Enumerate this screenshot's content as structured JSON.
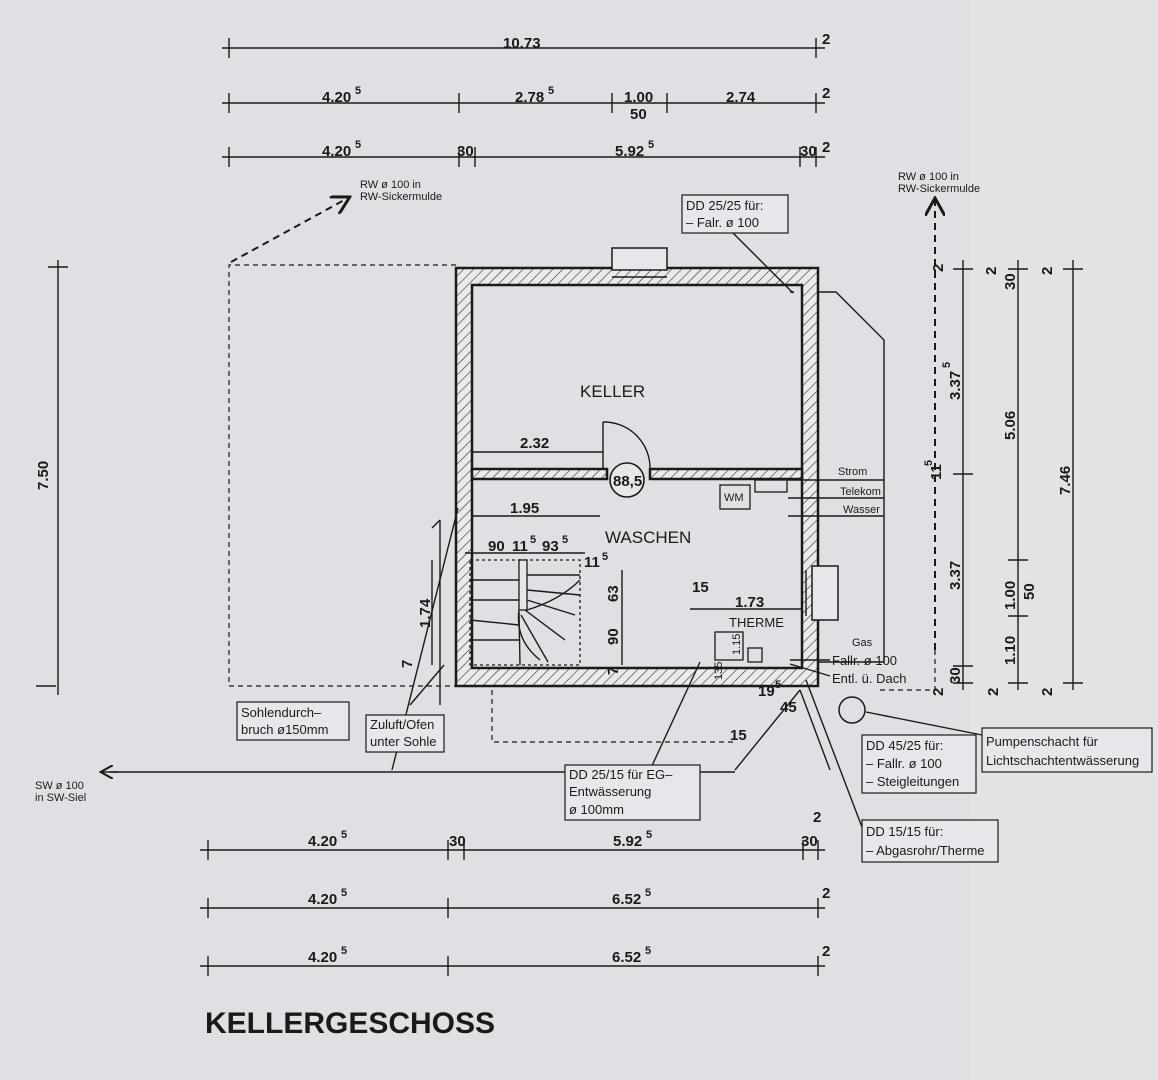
{
  "title": "KELLERGESCHOSS",
  "rooms": {
    "keller": "KELLER",
    "waschen": "WASCHEN",
    "therme": "THERME",
    "wm": "WM"
  },
  "top_dims": {
    "row1_total": "10.73",
    "row1_end": "2",
    "row2_a": "4.20",
    "row2_a_sup": "5",
    "row2_b": "2.78",
    "row2_b_sup": "5",
    "row2_c": "1.00",
    "row2_c_sub": "50",
    "row2_d": "2.74",
    "row2_end": "2",
    "row3_a": "4.20",
    "row3_a_sup": "5",
    "row3_b": "30",
    "row3_c": "5.92",
    "row3_c_sup": "5",
    "row3_d": "30",
    "row3_end": "2"
  },
  "bottom_dims": {
    "row1_a": "4.20",
    "row1_a_sup": "5",
    "row1_b": "30",
    "row1_c": "5.92",
    "row1_c_sup": "5",
    "row1_d": "30",
    "row1_top": "2",
    "row2_a": "4.20",
    "row2_a_sup": "5",
    "row2_b": "6.52",
    "row2_b_sup": "5",
    "row2_end": "2",
    "row3_a": "4.20",
    "row3_a_sup": "5",
    "row3_b": "6.52",
    "row3_b_sup": "5",
    "row3_end": "2"
  },
  "left_dim": "7.50",
  "right_dims": {
    "c1_a": "2",
    "c1_b": "3.37",
    "c1_b_sup": "5",
    "c1_c": "11",
    "c1_c_sup": "5",
    "c1_d": "3.37",
    "c1_e": "30",
    "c1_f": "2",
    "c2_a": "2",
    "c2_b": "30",
    "c2_c": "5.06",
    "c2_d": "1.00",
    "c2_d_sub": "50",
    "c2_e": "1.10",
    "c2_f": "2",
    "c3_a": "2",
    "c3_b": "7.46",
    "c3_c": "2"
  },
  "interior_dims": {
    "keller_w": "2.32",
    "door": "88,5",
    "wasch_w": "1.95",
    "stair_a": "90",
    "stair_b": "11",
    "stair_b_sup": "5",
    "stair_c": "93",
    "stair_c_sup": "5",
    "stair_d": "11",
    "stair_d_sup": "5",
    "v_63": "63",
    "v_90": "90",
    "v_7": "7",
    "v_174": "1.74",
    "v_7b": "7",
    "t_15": "15",
    "t_173": "1.73",
    "t_115": "1.15",
    "t_135": "135",
    "t_19": "19",
    "t_5": "5",
    "t_45": "45",
    "t_15b": "15"
  },
  "labels": {
    "rw_left_1": "RW ø 100 in",
    "rw_left_2": "RW-Sickermulde",
    "rw_right_1": "RW ø 100 in",
    "rw_right_2": "RW-Sickermulde",
    "dd_top_1": "DD 25/25 für:",
    "dd_top_2": "– Falr. ø 100",
    "strom": "Strom",
    "telekom": "Telekom",
    "wasser": "Wasser",
    "gas": "Gas",
    "fallr": "Fallr. ø 100",
    "entl": "Entl. ü. Dach",
    "sohlen_1": "Sohlendurch–",
    "sohlen_2": "bruch ø150mm",
    "zuluft_1": "Zuluft/Ofen",
    "zuluft_2": "unter Sohle",
    "dd_eg_1": "DD 25/15 für EG–",
    "dd_eg_2": "Entwässerung",
    "dd_eg_3": "ø 100mm",
    "dd45_1": "DD 45/25 für:",
    "dd45_2": "– Fallr. ø 100",
    "dd45_3": "– Steigleitungen",
    "pumpe_1": "Pumpenschacht für",
    "pumpe_2": "Lichtschachtentwässerung",
    "dd15_1": "DD 15/15 für:",
    "dd15_2": "– Abgasrohr/Therme",
    "sw_1": "SW ø 100",
    "sw_2": "in SW-Siel"
  }
}
